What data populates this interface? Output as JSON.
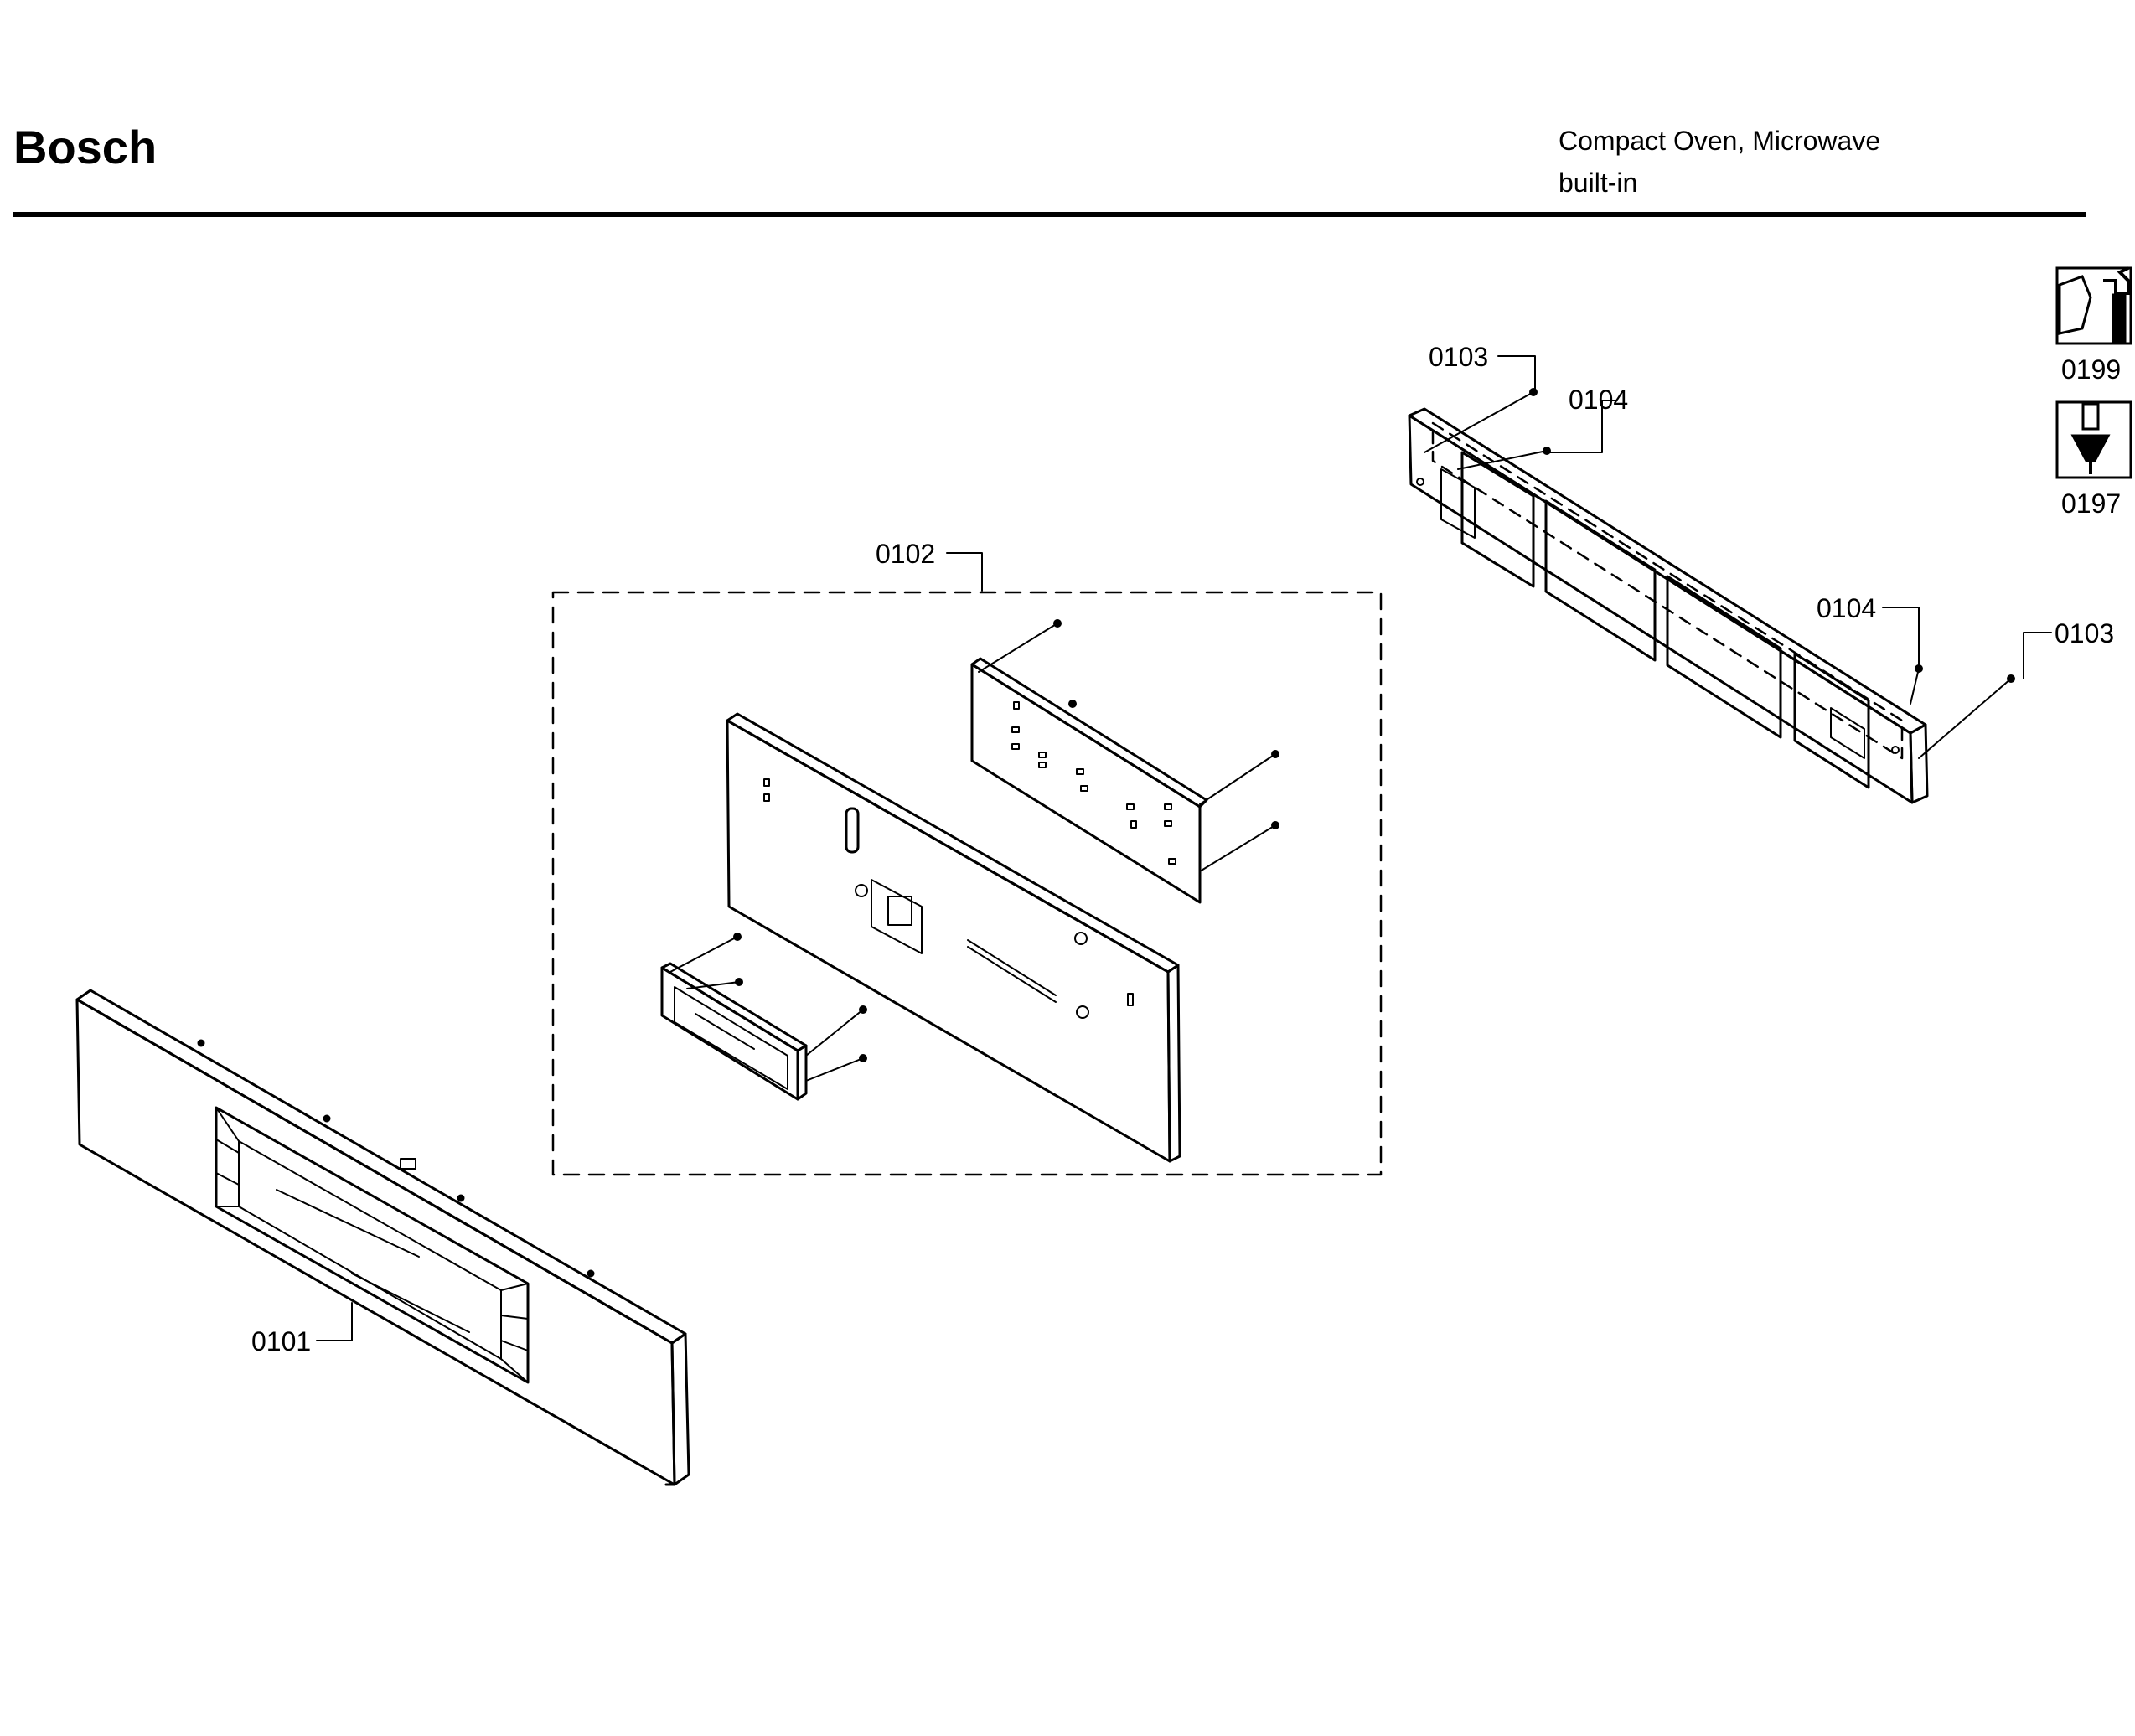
{
  "header": {
    "brand": "Bosch",
    "title_line1": "Compact Oven, Microwave",
    "title_line2": "built-in"
  },
  "callouts": {
    "c0101": "0101",
    "c0102": "0102",
    "c0103a": "0103",
    "c0103b": "0103",
    "c0104a": "0104",
    "c0104b": "0104"
  },
  "tools": [
    {
      "label": "0199",
      "icon": "wrench-icon"
    },
    {
      "label": "0197",
      "icon": "screwdriver-icon"
    }
  ]
}
